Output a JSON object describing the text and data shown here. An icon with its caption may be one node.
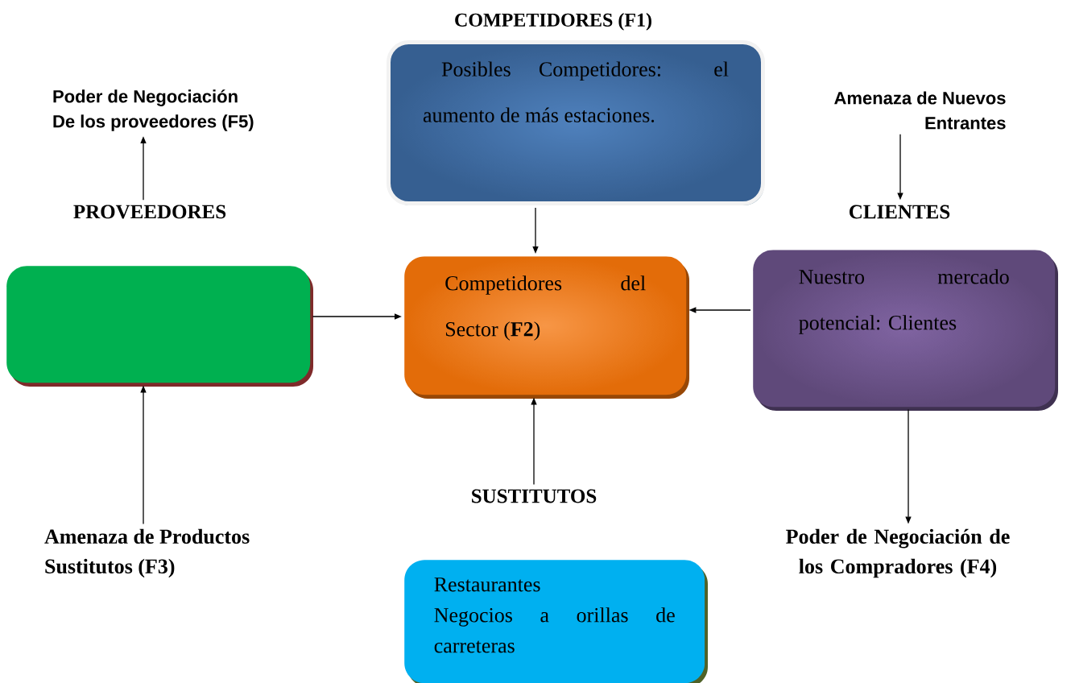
{
  "diagram": {
    "nodes": [
      {
        "text": [
          "COMPETIDORES (F1)",
          "Posibles Competidores: el aumento de más estaciones."
        ]
      },
      {
        "text": [
          "Poder de Negociación De los proveedores (F5)"
        ]
      },
      {
        "text": [
          "Amenaza de Nuevos Entrantes"
        ]
      },
      {
        "text": [
          "PROVEEDORES"
        ]
      },
      {
        "text": [
          "CLIENTES"
        ]
      },
      {
        "text": [],
        "shape": "box"
      },
      {
        "text": [
          "Competidores del Sector (**F2**)"
        ]
      },
      {
        "text": [
          "Nuestro mercado potencial: Clientes"
        ]
      },
      {
        "text": [
          "SUSTITUTOS"
        ]
      },
      {
        "text": [
          "Amenaza de Productos Sustitutos (F3)"
        ]
      },
      {
        "text": [
          "Poder de Negociación de los Compradores (F4)"
        ]
      },
      {
        "text": [
          "Restaurantes",
          "Negocios a orillas de carreteras"
        ]
      }
    ],
    "edges": [
      {
        "from": 3,
        "to": 1,
        "arrow": "to"
      },
      {
        "from": 2,
        "to": 4,
        "arrow": "to"
      },
      {
        "from": 0,
        "to": 6,
        "arrow": "to"
      },
      {
        "from": 5,
        "to": 6,
        "arrow": "to"
      },
      {
        "from": 7,
        "to": 6,
        "arrow": "to"
      },
      {
        "from": 9,
        "to": 5,
        "arrow": "to"
      },
      {
        "from": 8,
        "to": 6,
        "arrow": "to"
      },
      {
        "from": 7,
        "to": 10,
        "arrow": "to"
      }
    ]
  }
}
